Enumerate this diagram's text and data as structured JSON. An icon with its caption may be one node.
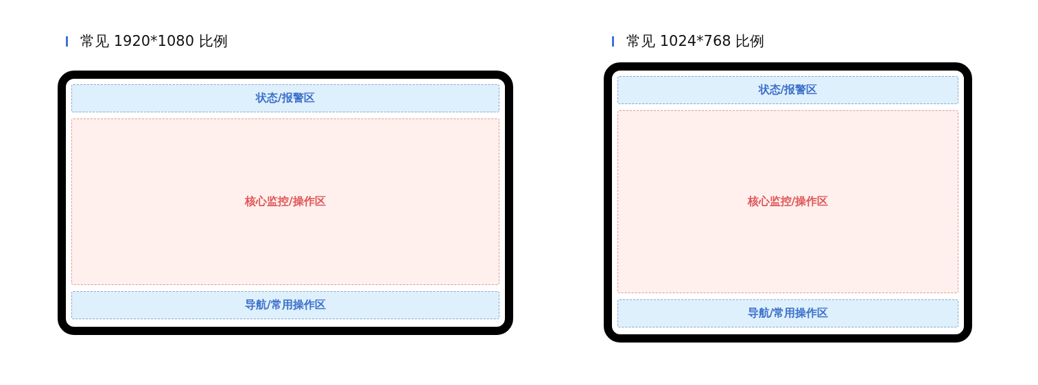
{
  "diagram": {
    "nodes": [
      {
        "text": [
          "常见 1920*1080 比例"
        ]
      },
      {
        "text": [
          "状态/报警区"
        ],
        "in": 0
      },
      {
        "text": [
          "核心监控/操作区"
        ],
        "in": 0
      },
      {
        "text": [
          "导航/常用操作区"
        ],
        "in": 0
      },
      {
        "text": [
          "常见 1024*768 比例"
        ]
      },
      {
        "text": [
          "状态/报警区"
        ],
        "in": 4
      },
      {
        "text": [
          "核心监控/操作区"
        ],
        "in": 4
      },
      {
        "text": [
          "导航/常用操作区"
        ],
        "in": 4
      }
    ]
  }
}
